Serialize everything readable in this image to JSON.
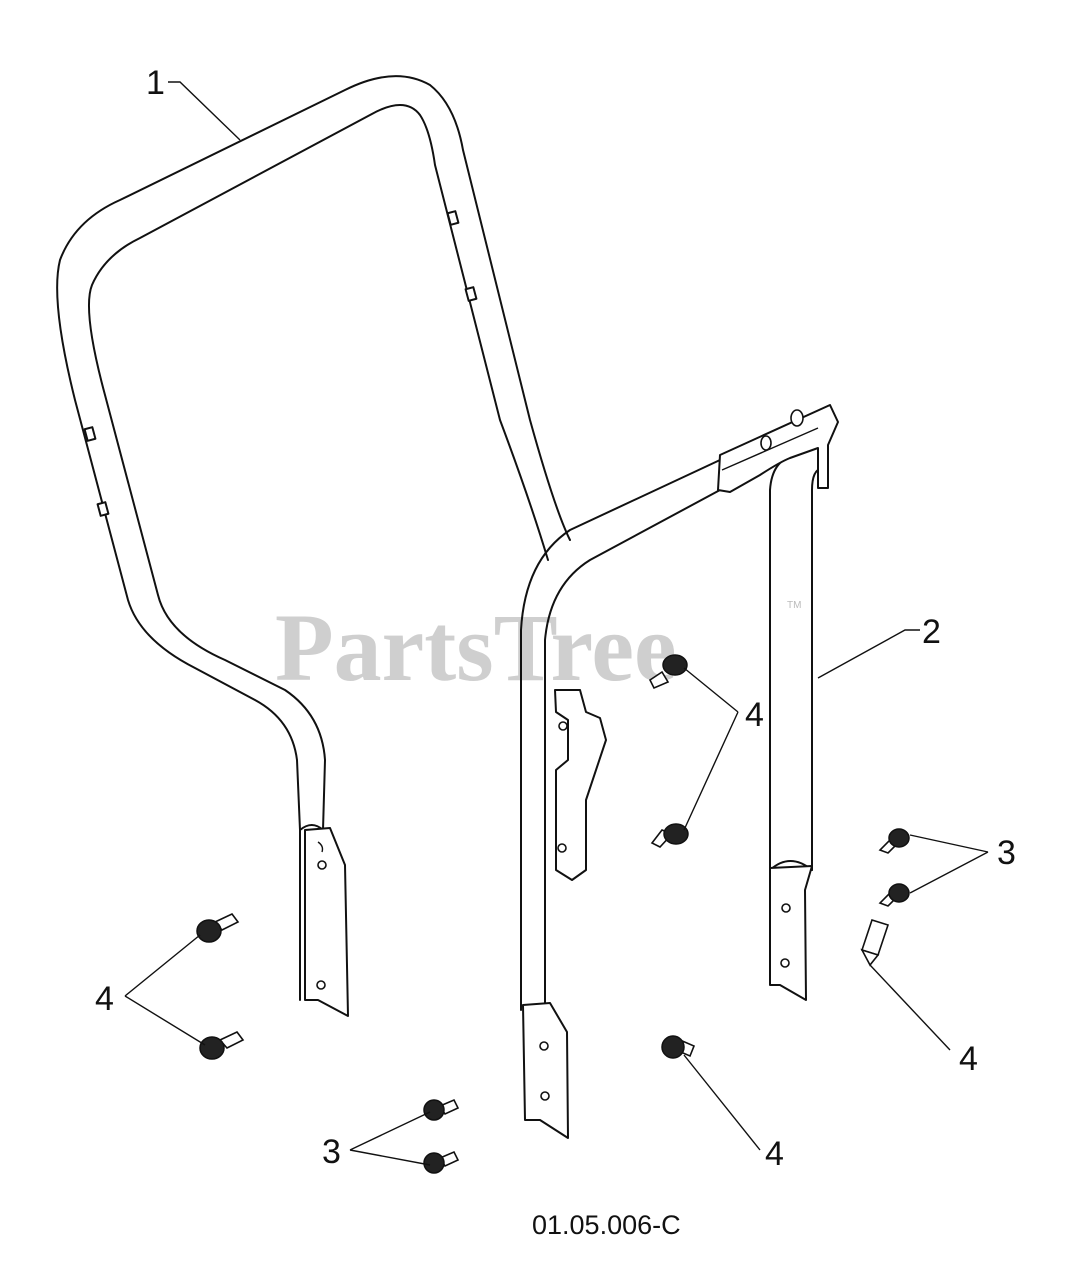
{
  "watermark": {
    "text": "PartsTree",
    "trademark": "TM"
  },
  "drawing_code": "01.05.006-C",
  "callouts": [
    {
      "id": "callout-1",
      "label": "1",
      "part": "left-handle-frame"
    },
    {
      "id": "callout-2",
      "label": "2",
      "part": "right-handle-frame"
    },
    {
      "id": "callout-3a",
      "label": "3",
      "part": "screws-right"
    },
    {
      "id": "callout-3b",
      "label": "3",
      "part": "screws-bottom-left"
    },
    {
      "id": "callout-4a",
      "label": "4",
      "part": "bolts-center"
    },
    {
      "id": "callout-4b",
      "label": "4",
      "part": "bolts-left"
    },
    {
      "id": "callout-4c",
      "label": "4",
      "part": "bolt-right"
    },
    {
      "id": "callout-4d",
      "label": "4",
      "part": "bolt-bottom-center"
    }
  ]
}
